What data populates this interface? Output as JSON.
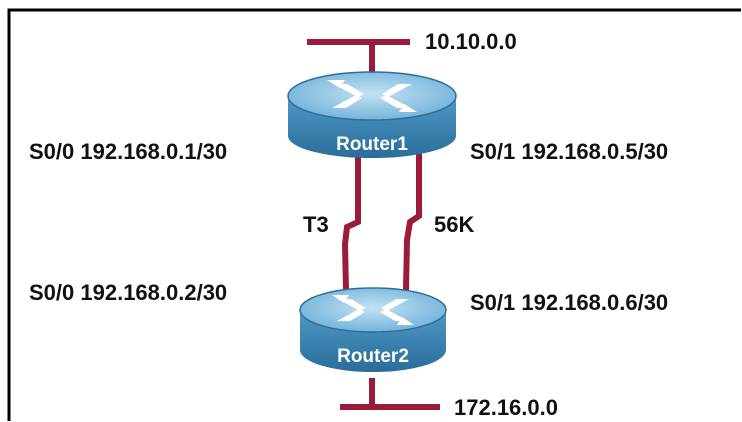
{
  "networks": {
    "top": "10.10.0.0",
    "bottom": "172.16.0.0"
  },
  "routers": {
    "router1": {
      "name": "Router1"
    },
    "router2": {
      "name": "Router2"
    }
  },
  "interfaces": {
    "r1_s00": "S0/0 192.168.0.1/30",
    "r1_s01": "S0/1 192.168.0.5/30",
    "r2_s00": "S0/0 192.168.0.2/30",
    "r2_s01": "S0/1 192.168.0.6/30"
  },
  "links": {
    "left": "T3",
    "right": "56K"
  },
  "colors": {
    "link": "#9b1b3c",
    "router_body": "#3f87b6",
    "router_top": "#8cc3e3",
    "frame": "#000000"
  }
}
